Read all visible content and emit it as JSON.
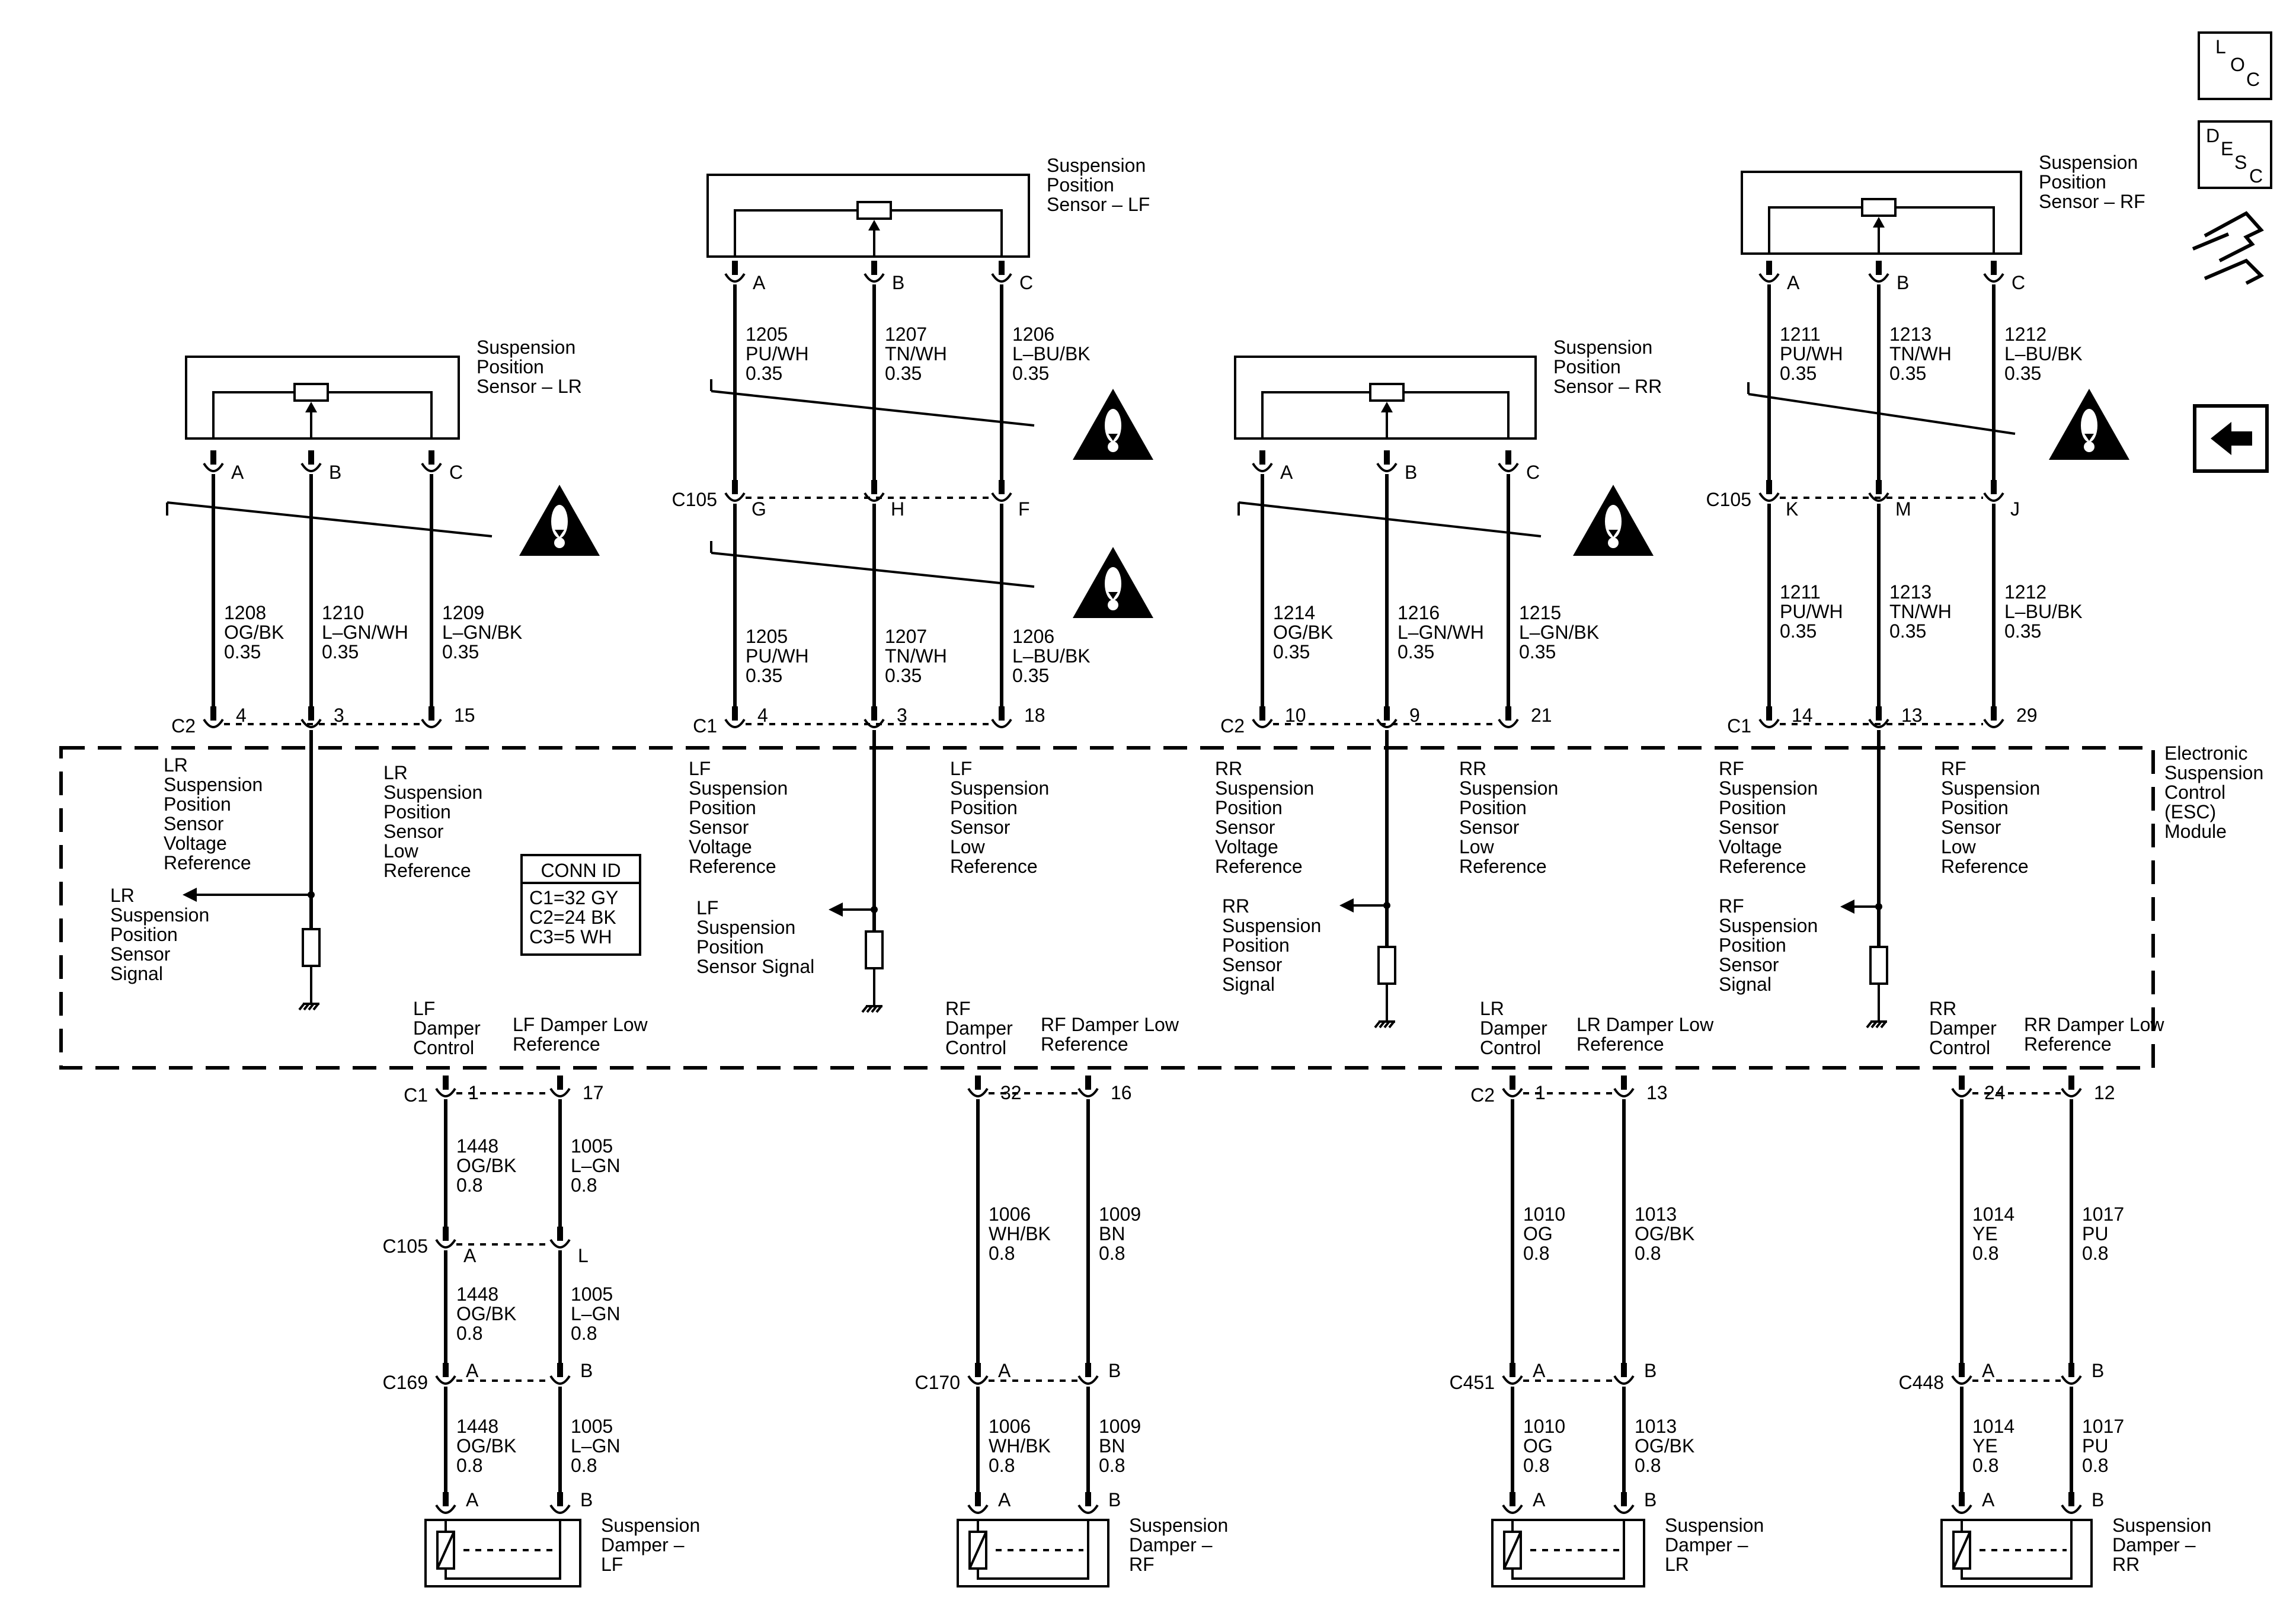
{
  "icons": {
    "loc": {
      "l1": "L",
      "l2": "O",
      "l3": "C"
    },
    "desc": {
      "l1": "D",
      "l2": "E",
      "l3": "S",
      "l4": "C"
    },
    "connector_icon": "connector-end-view-icon",
    "back_icon": "back-arrow-icon"
  },
  "module_label": [
    "Electronic",
    "Suspension",
    "Control",
    "(ESC)",
    "Module"
  ],
  "conn_id": {
    "title": "CONN ID",
    "lines": [
      "C1=32 GY",
      "C2=24 BK",
      "C3=5 WH"
    ]
  },
  "sensors": {
    "lr": {
      "name": [
        "Suspension",
        "Position",
        "Sensor – LR"
      ],
      "pins": [
        "A",
        "B",
        "C"
      ],
      "wires": [
        [
          "1208",
          "OG/BK",
          "0.35"
        ],
        [
          "1210",
          "L–GN/WH",
          "0.35"
        ],
        [
          "1209",
          "L–GN/BK",
          "0.35"
        ]
      ],
      "module_conn": "C2",
      "module_pins": [
        "4",
        "3",
        "15"
      ]
    },
    "lf": {
      "name": [
        "Suspension",
        "Position",
        "Sensor – LF"
      ],
      "pins": [
        "A",
        "B",
        "C"
      ],
      "wires": [
        [
          "1205",
          "PU/WH",
          "0.35"
        ],
        [
          "1207",
          "TN/WH",
          "0.35"
        ],
        [
          "1206",
          "L–BU/BK",
          "0.35"
        ]
      ],
      "inline_conn": "C105",
      "inline_pins": [
        "G",
        "H",
        "F"
      ],
      "wires2": [
        [
          "1205",
          "PU/WH",
          "0.35"
        ],
        [
          "1207",
          "TN/WH",
          "0.35"
        ],
        [
          "1206",
          "L–BU/BK",
          "0.35"
        ]
      ],
      "module_conn": "C1",
      "module_pins": [
        "4",
        "3",
        "18"
      ]
    },
    "rr": {
      "name": [
        "Suspension",
        "Position",
        "Sensor – RR"
      ],
      "pins": [
        "A",
        "B",
        "C"
      ],
      "wires": [
        [
          "1214",
          "OG/BK",
          "0.35"
        ],
        [
          "1216",
          "L–GN/WH",
          "0.35"
        ],
        [
          "1215",
          "L–GN/BK",
          "0.35"
        ]
      ],
      "module_conn": "C2",
      "module_pins": [
        "10",
        "9",
        "21"
      ]
    },
    "rf": {
      "name": [
        "Suspension",
        "Position",
        "Sensor – RF"
      ],
      "pins": [
        "A",
        "B",
        "C"
      ],
      "wires": [
        [
          "1211",
          "PU/WH",
          "0.35"
        ],
        [
          "1213",
          "TN/WH",
          "0.35"
        ],
        [
          "1212",
          "L–BU/BK",
          "0.35"
        ]
      ],
      "inline_conn": "C105",
      "inline_pins": [
        "K",
        "M",
        "J"
      ],
      "wires2": [
        [
          "1211",
          "PU/WH",
          "0.35"
        ],
        [
          "1213",
          "TN/WH",
          "0.35"
        ],
        [
          "1212",
          "L–BU/BK",
          "0.35"
        ]
      ],
      "module_conn": "C1",
      "module_pins": [
        "14",
        "13",
        "29"
      ]
    }
  },
  "module_texts": {
    "lr_volt": [
      "LR",
      "Suspension",
      "Position",
      "Sensor",
      "Voltage",
      "Reference"
    ],
    "lr_low": [
      "LR",
      "Suspension",
      "Position",
      "Sensor",
      "Low",
      "Reference"
    ],
    "lr_signal": [
      "LR",
      "Suspension",
      "Position",
      "Sensor",
      "Signal"
    ],
    "lf_volt": [
      "LF",
      "Suspension",
      "Position",
      "Sensor",
      "Voltage",
      "Reference"
    ],
    "lf_low": [
      "LF",
      "Suspension",
      "Position",
      "Sensor",
      "Low",
      "Reference"
    ],
    "lf_signal": [
      "LF",
      "Suspension",
      "Position",
      "Sensor Signal"
    ],
    "rr_volt": [
      "RR",
      "Suspension",
      "Position",
      "Sensor",
      "Voltage",
      "Reference"
    ],
    "rr_low": [
      "RR",
      "Suspension",
      "Position",
      "Sensor",
      "Low",
      "Reference"
    ],
    "rr_signal": [
      "RR",
      "Suspension",
      "Position",
      "Sensor",
      "Signal"
    ],
    "rf_volt": [
      "RF",
      "Suspension",
      "Position",
      "Sensor",
      "Voltage",
      "Reference"
    ],
    "rf_low": [
      "RF",
      "Suspension",
      "Position",
      "Sensor",
      "Low",
      "Reference"
    ],
    "rf_signal": [
      "RF",
      "Suspension",
      "Position",
      "Sensor",
      "Signal"
    ]
  },
  "dampers": {
    "lf": {
      "ctrl": [
        "LF",
        "Damper",
        "Control"
      ],
      "low": [
        "LF Damper Low",
        "Reference"
      ],
      "module_conn": "C1",
      "module_pins": [
        "1",
        "17"
      ],
      "seg1": [
        [
          "1448",
          "OG/BK",
          "0.8"
        ],
        [
          "1005",
          "L–GN",
          "0.8"
        ]
      ],
      "mid_conn": "C105",
      "mid_pins": [
        "A",
        "L"
      ],
      "seg2": [
        [
          "1448",
          "OG/BK",
          "0.8"
        ],
        [
          "1005",
          "L–GN",
          "0.8"
        ]
      ],
      "end_conn": "C169",
      "end_pins": [
        "A",
        "B"
      ],
      "seg3": [
        [
          "1448",
          "OG/BK",
          "0.8"
        ],
        [
          "1005",
          "L–GN",
          "0.8"
        ]
      ],
      "dev_pins": [
        "A",
        "B"
      ],
      "name": [
        "Suspension",
        "Damper –",
        "LF"
      ]
    },
    "rf": {
      "ctrl": [
        "RF",
        "Damper",
        "Control"
      ],
      "low": [
        "RF Damper Low",
        "Reference"
      ],
      "module_pins": [
        "32",
        "16"
      ],
      "seg1": [
        [
          "1006",
          "WH/BK",
          "0.8"
        ],
        [
          "1009",
          "BN",
          "0.8"
        ]
      ],
      "end_conn": "C170",
      "end_pins": [
        "A",
        "B"
      ],
      "seg3": [
        [
          "1006",
          "WH/BK",
          "0.8"
        ],
        [
          "1009",
          "BN",
          "0.8"
        ]
      ],
      "dev_pins": [
        "A",
        "B"
      ],
      "name": [
        "Suspension",
        "Damper –",
        "RF"
      ]
    },
    "lr": {
      "ctrl": [
        "LR",
        "Damper",
        "Control"
      ],
      "low": [
        "LR Damper Low",
        "Reference"
      ],
      "module_conn": "C2",
      "module_pins": [
        "1",
        "13"
      ],
      "seg1": [
        [
          "1010",
          "OG",
          "0.8"
        ],
        [
          "1013",
          "OG/BK",
          "0.8"
        ]
      ],
      "end_conn": "C451",
      "end_pins": [
        "A",
        "B"
      ],
      "seg3": [
        [
          "1010",
          "OG",
          "0.8"
        ],
        [
          "1013",
          "OG/BK",
          "0.8"
        ]
      ],
      "dev_pins": [
        "A",
        "B"
      ],
      "name": [
        "Suspension",
        "Damper –",
        "LR"
      ]
    },
    "rr": {
      "ctrl": [
        "RR",
        "Damper",
        "Control"
      ],
      "low": [
        "RR Damper Low",
        "Reference"
      ],
      "module_pins": [
        "24",
        "12"
      ],
      "seg1": [
        [
          "1014",
          "YE",
          "0.8"
        ],
        [
          "1017",
          "PU",
          "0.8"
        ]
      ],
      "end_conn": "C448",
      "end_pins": [
        "A",
        "B"
      ],
      "seg3": [
        [
          "1014",
          "YE",
          "0.8"
        ],
        [
          "1017",
          "PU",
          "0.8"
        ]
      ],
      "dev_pins": [
        "A",
        "B"
      ],
      "name": [
        "Suspension",
        "Damper –",
        "RR"
      ]
    }
  }
}
